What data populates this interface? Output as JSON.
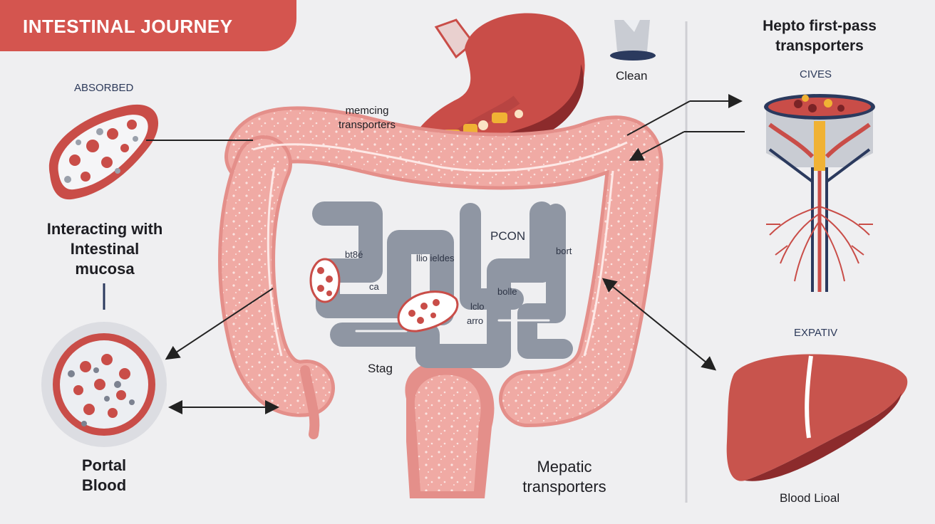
{
  "banner": {
    "title": "INTESTINAL JOURNEY"
  },
  "labels": {
    "absorbed": "ABSORBED",
    "interacting_line1": "Interacting with",
    "interacting_line2": "Intestinal",
    "interacting_line3": "mucosa",
    "portal_line1": "Portal",
    "portal_line2": "Blood",
    "memcing_line1": "memcing",
    "memcing_line2": "transporters",
    "clean": "Clean",
    "hepto_line1": "Hepto first-pass",
    "hepto_line2": "transporters",
    "cives": "CIVES",
    "expativ": "EXPATIV",
    "blood_lood": "Blood Lioal",
    "mepatic_line1": "Mepatic",
    "mepatic_line2": "transporters",
    "pcon": "PCON",
    "stag": "Stag",
    "icon_text_1": "bt8é",
    "icon_text_2": "llio ieldes",
    "icon_text_3": "bort",
    "icon_text_4": "bolle",
    "icon_text_5": "lclo",
    "icon_text_6": "arro",
    "icon_text_7": "ca"
  },
  "colors": {
    "banner": "#d4554f",
    "intestine": "#f0aaa4",
    "intestine_dark": "#e48f8a",
    "maze": "#8f96a3",
    "stomach": "#c94d48",
    "stomach_dark": "#8c2b2c",
    "navy": "#2b3a5e",
    "liver": "#c8544d"
  },
  "icons": [
    "blood-vessel-cross-section-icon",
    "portal-vessel-icon",
    "stomach-icon",
    "beaker-icon",
    "liver-filter-icon",
    "liver-icon",
    "intestine-icon"
  ]
}
